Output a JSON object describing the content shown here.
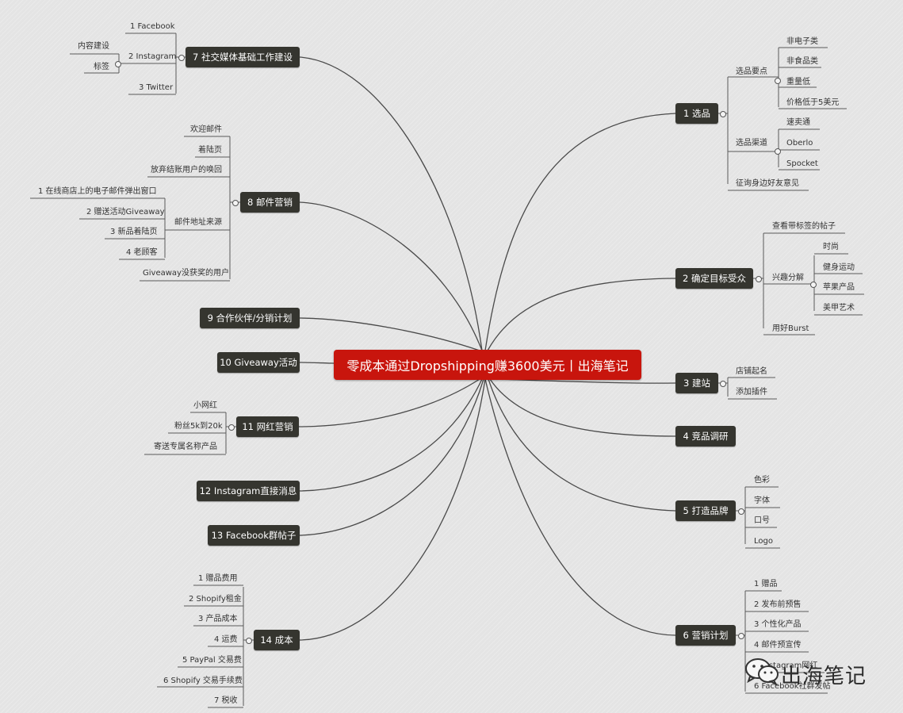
{
  "center": "零成本通过Dropshipping赚3600美元丨出海笔记",
  "branches": [
    {
      "label": "1 选品"
    },
    {
      "label": "2 确定目标受众"
    },
    {
      "label": "3 建站"
    },
    {
      "label": "4 竞品调研"
    },
    {
      "label": "5 打造品牌"
    },
    {
      "label": "6 营销计划"
    },
    {
      "label": "7 社交媒体基础工作建设"
    },
    {
      "label": "8 邮件营销"
    },
    {
      "label": "9 合作伙伴/分销计划"
    },
    {
      "label": "10 Giveaway活动"
    },
    {
      "label": "11 网红营销"
    },
    {
      "label": "12 Instagram直接消息"
    },
    {
      "label": "13 Facebook群帖子"
    },
    {
      "label": "14 成本"
    }
  ],
  "sub": {
    "b1": {
      "g1": "选品要点",
      "g1_items": [
        "非电子类",
        "非食品类",
        "重量低",
        "价格低于5美元"
      ],
      "g2": "选品渠道",
      "g2_items": [
        "速卖通",
        "Oberlo",
        "Spocket"
      ],
      "g3": "征询身边好友意见"
    },
    "b2": {
      "a": "查看带标签的帖子",
      "g": "兴趣分解",
      "g_items": [
        "时尚",
        "健身运动",
        "苹果产品",
        "美甲艺术"
      ],
      "c": "用好Burst"
    },
    "b3": [
      "店铺起名",
      "添加插件"
    ],
    "b5": [
      "色彩",
      "字体",
      "口号",
      "Logo"
    ],
    "b6": [
      "1 赠品",
      "2 发布前预售",
      "3 个性化产品",
      "4 邮件预宣传",
      "5 Instagram网红",
      "6 Facebook社群发帖"
    ],
    "b7": {
      "items": [
        "1 Facebook",
        "2 Instagram",
        "3 Twitter"
      ],
      "ig_items": [
        "内容建设",
        "标签"
      ]
    },
    "b8": {
      "top": [
        "欢迎邮件",
        "着陆页",
        "放弃结账用户的唤回"
      ],
      "g": "邮件地址来源",
      "g_items": [
        "1 在线商店上的电子邮件弹出窗口",
        "2 赠送活动Giveaway",
        "3 新品着陆页",
        "4 老顾客"
      ],
      "bottom": "Giveaway没获奖的用户"
    },
    "b11": [
      "小网红",
      "粉丝5k到20k",
      "寄送专属名称产品"
    ],
    "b14": [
      "1 赠品费用",
      "2 Shopify租金",
      "3 产品成本",
      "4 运费",
      "5 PayPal 交易费",
      "6 Shopify 交易手续费",
      "7 税收"
    ]
  },
  "watermark": {
    "text": "出海笔记",
    "icon": "wechat-icon"
  },
  "colors": {
    "center": "#c8150d",
    "branch": "#35352f",
    "line": "#555555"
  }
}
